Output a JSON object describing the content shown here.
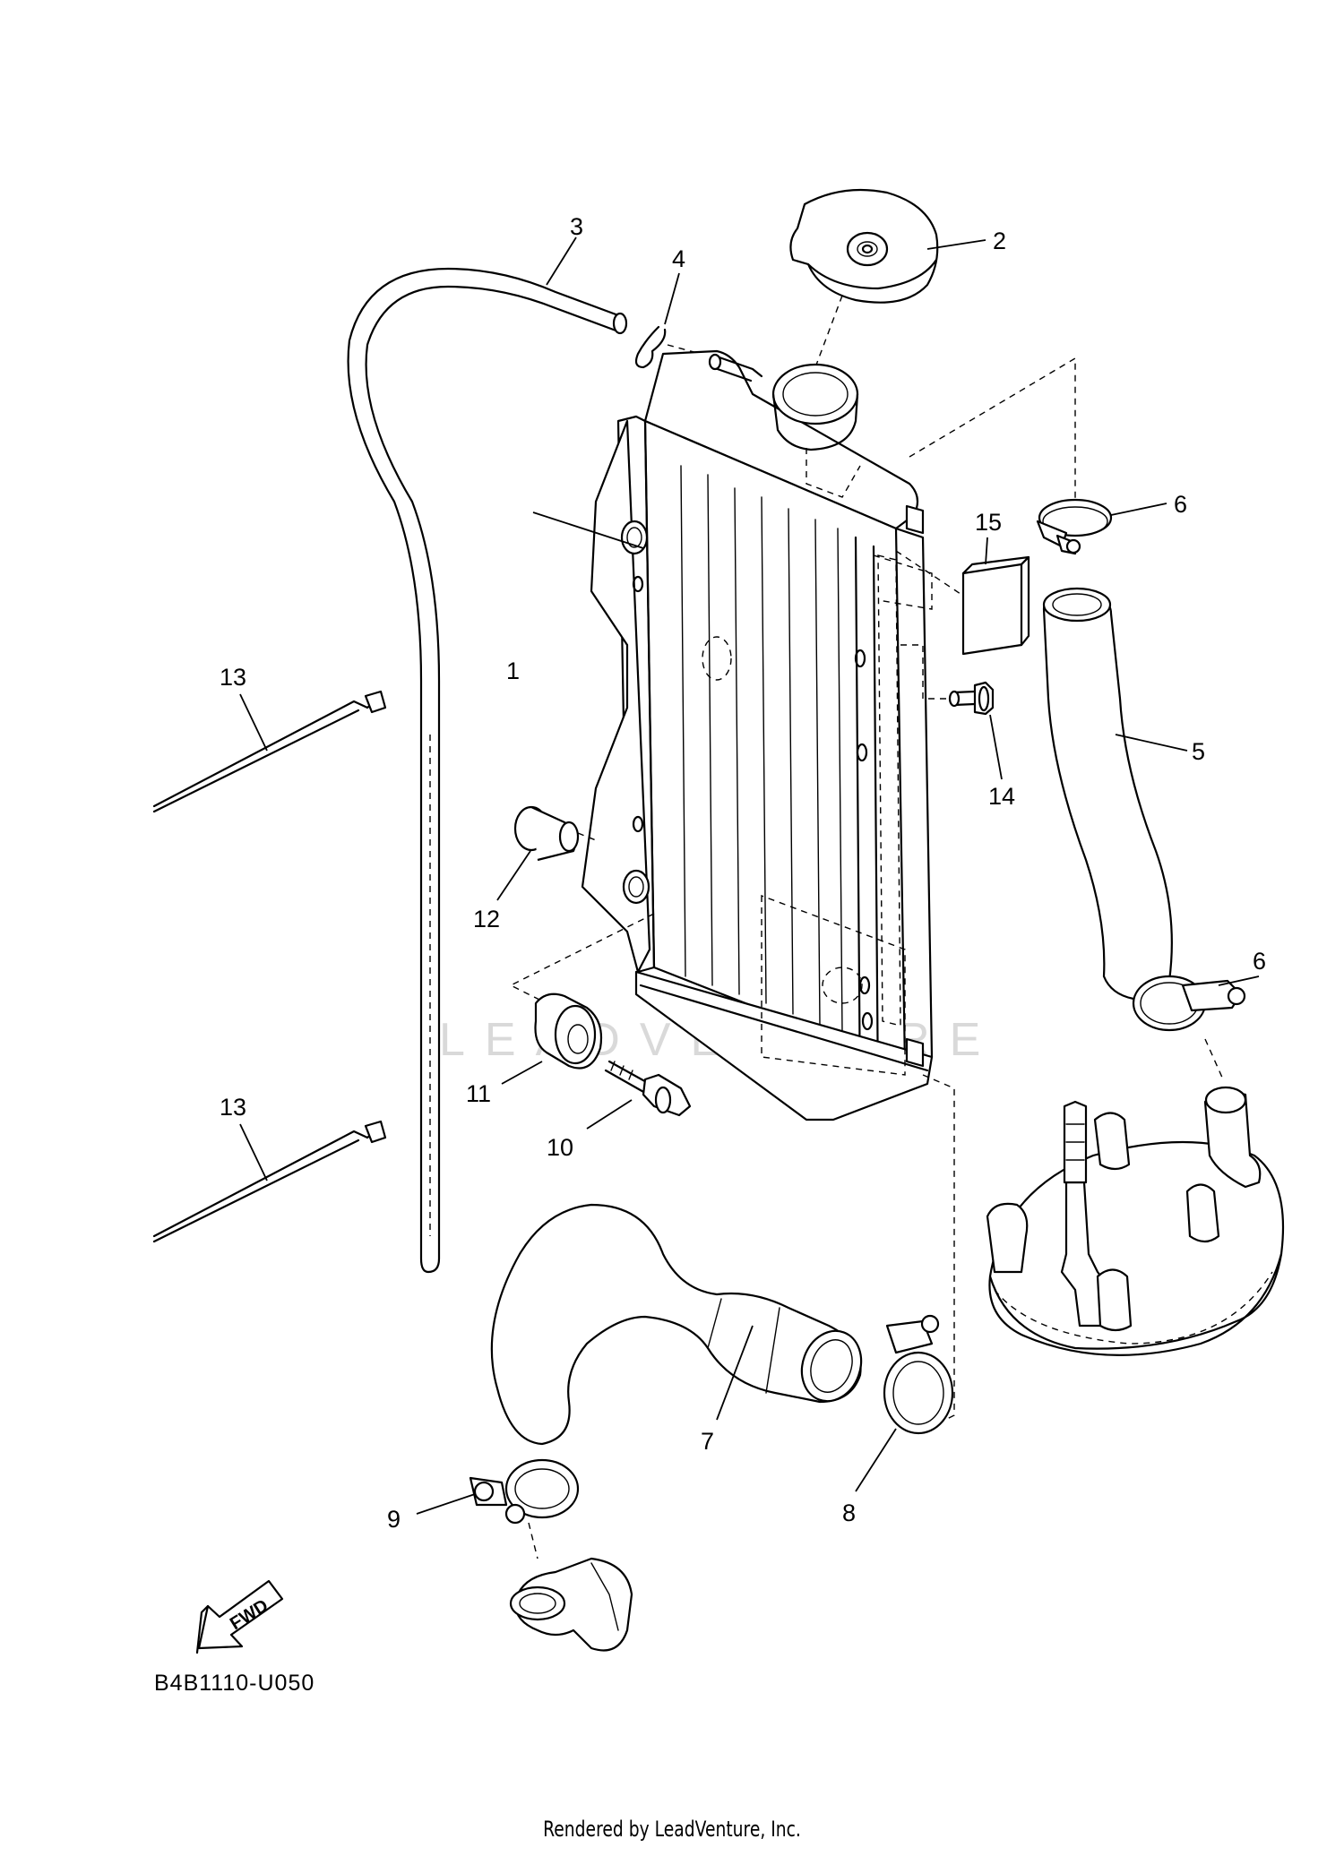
{
  "diagram": {
    "code": "B4B1110-U050",
    "credit": "Rendered by LeadVenture, Inc.",
    "watermark": "LEADVENTURE",
    "fwd_label": "FWD",
    "callouts": {
      "c1": "1",
      "c2": "2",
      "c3": "3",
      "c4": "4",
      "c5": "5",
      "c6a": "6",
      "c6b": "6",
      "c7": "7",
      "c8": "8",
      "c9": "9",
      "c10": "10",
      "c11": "11",
      "c12": "12",
      "c13a": "13",
      "c13b": "13",
      "c14": "14",
      "c15": "15"
    }
  }
}
